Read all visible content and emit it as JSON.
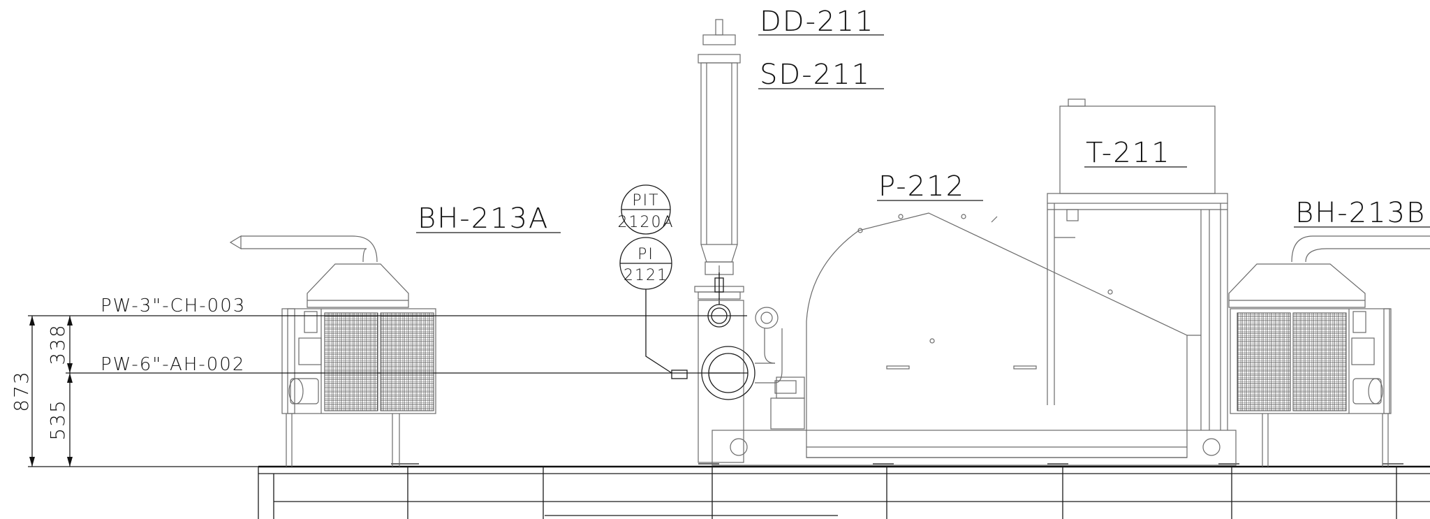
{
  "equipment": {
    "dd": "DD-211",
    "sd": "SD-211",
    "tank": "T-211",
    "pump": "P-212",
    "blower_a": "BH-213A",
    "blower_b": "BH-213B"
  },
  "instruments": {
    "pit_tag": "PIT",
    "pit_num": "2120A",
    "pi_tag": "PI",
    "pi_num": "2121"
  },
  "lines": {
    "upper": "PW-3\"-CH-003",
    "lower": "PW-6\"-AH-002"
  },
  "dimensions": {
    "total": "873",
    "upper": "338",
    "lower": "535"
  },
  "colors": {
    "line": "#1a1a1a",
    "equipment_outline": "#6a6a6a"
  }
}
